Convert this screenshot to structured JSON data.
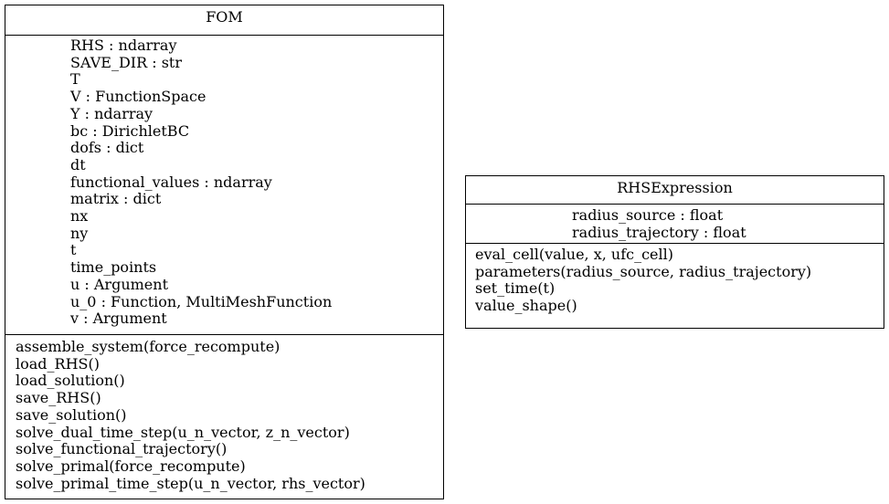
{
  "classes": {
    "fom": {
      "name": "FOM",
      "attributes": [
        "RHS : ndarray",
        "SAVE_DIR : str",
        "T",
        "V : FunctionSpace",
        "Y : ndarray",
        "bc : DirichletBC",
        "dofs : dict",
        "dt",
        "functional_values : ndarray",
        "matrix : dict",
        "nx",
        "ny",
        "t",
        "time_points",
        "u : Argument",
        "u_0 : Function, MultiMeshFunction",
        "v : Argument"
      ],
      "methods": [
        "assemble_system(force_recompute)",
        "load_RHS()",
        "load_solution()",
        "save_RHS()",
        "save_solution()",
        "solve_dual_time_step(u_n_vector, z_n_vector)",
        "solve_functional_trajectory()",
        "solve_primal(force_recompute)",
        "solve_primal_time_step(u_n_vector, rhs_vector)"
      ]
    },
    "rhs_expression": {
      "name": "RHSExpression",
      "attributes": [
        "radius_source : float",
        "radius_trajectory : float"
      ],
      "methods": [
        "eval_cell(value, x, ufc_cell)",
        "parameters(radius_source, radius_trajectory)",
        "set_time(t)",
        "value_shape()"
      ]
    }
  }
}
